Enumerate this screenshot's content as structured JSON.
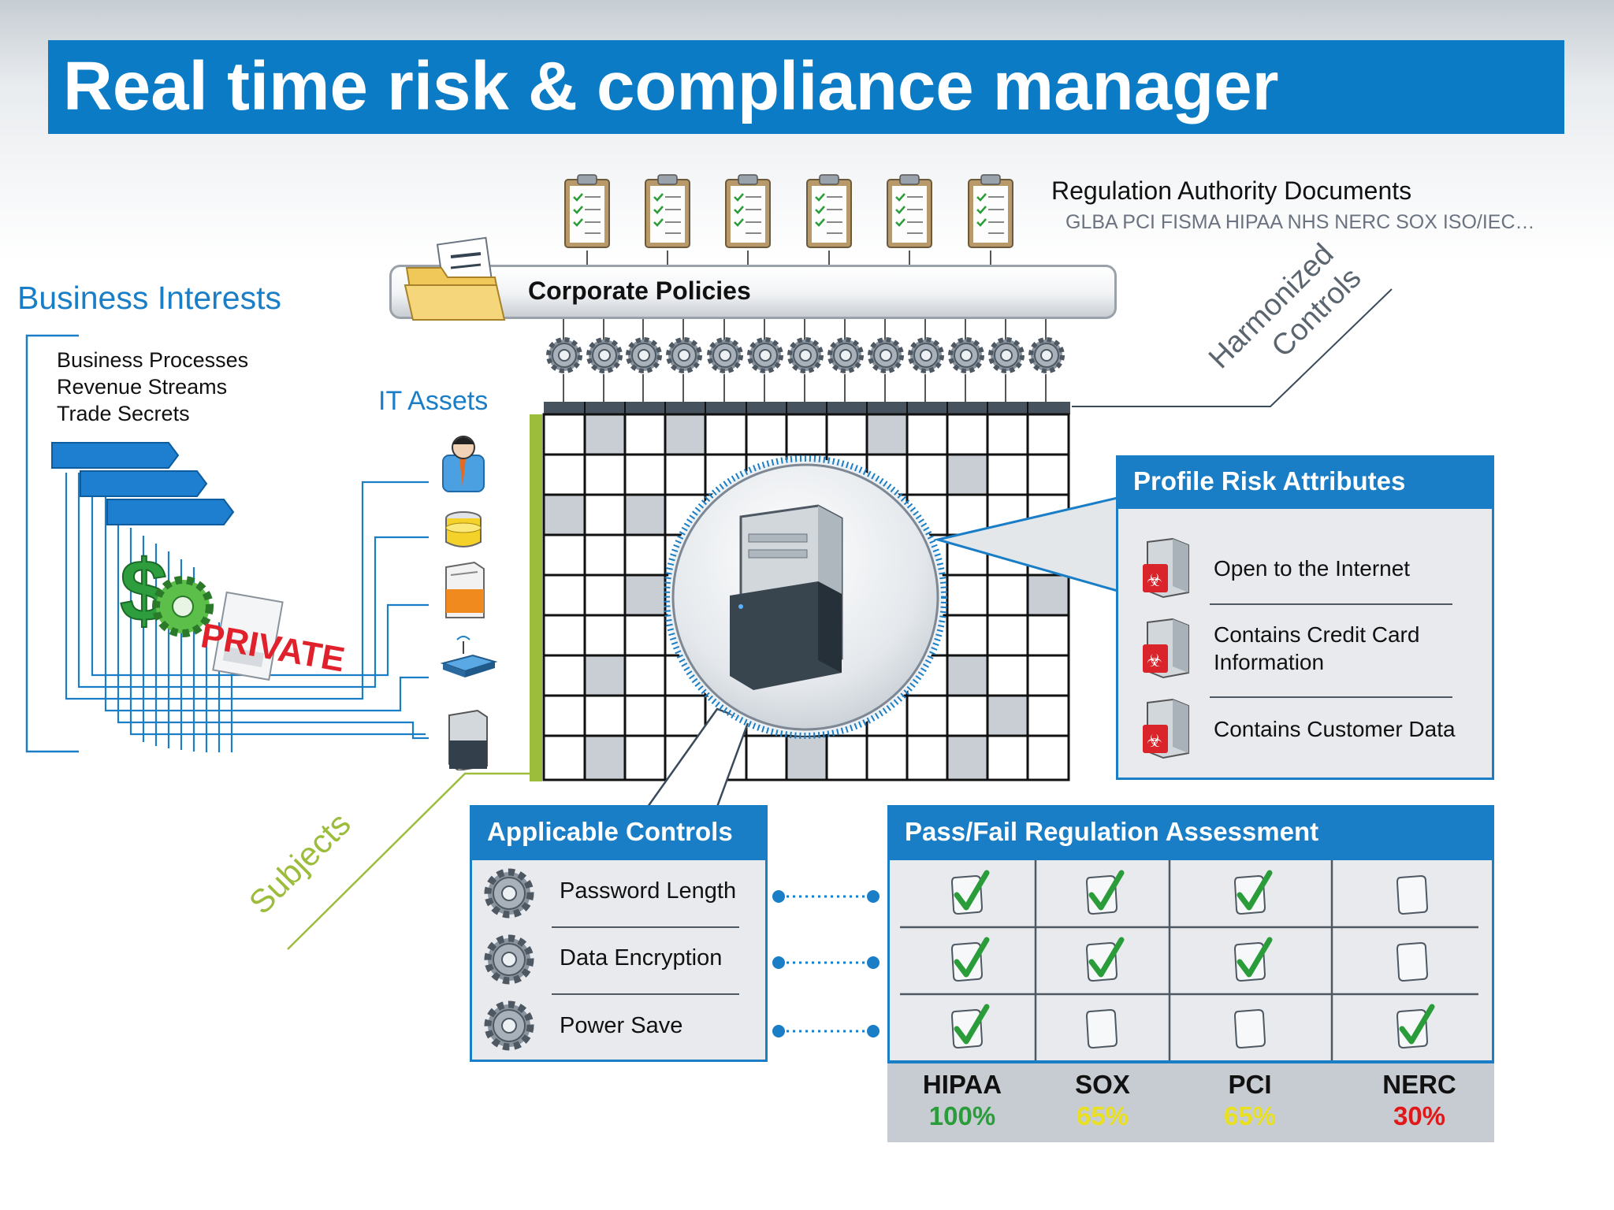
{
  "title": "Real time risk & compliance manager",
  "regulation_docs": {
    "heading": "Regulation Authority Documents",
    "list": "GLBA  PCI  FISMA  HIPAA  NHS  NERC  SOX  ISO/IEC…"
  },
  "harmonized_controls": [
    "Harmonized",
    "Controls"
  ],
  "corporate_policies": "Corporate Policies",
  "business_interests": {
    "heading": "Business Interests",
    "items": [
      "Business Processes",
      "Revenue Streams",
      "Trade Secrets"
    ],
    "private_stamp": "PRIVATE"
  },
  "it_assets": "IT Assets",
  "subjects": "Subjects",
  "profile_risk": {
    "heading": "Profile Risk Attributes",
    "items": [
      {
        "label": "Open to the Internet"
      },
      {
        "label": "Contains Credit Card\nInformation"
      },
      {
        "label": "Contains Customer Data"
      }
    ]
  },
  "applicable_controls": {
    "heading": "Applicable Controls",
    "items": [
      {
        "label": "Password Length"
      },
      {
        "label": "Data Encryption"
      },
      {
        "label": "Power Save"
      }
    ]
  },
  "assessment": {
    "heading": "Pass/Fail Regulation Assessment",
    "regulations": [
      {
        "name": "HIPAA",
        "score": "100%",
        "color": "#2a9d3a"
      },
      {
        "name": "SOX",
        "score": "65%",
        "color": "#e8e020"
      },
      {
        "name": "PCI",
        "score": "65%",
        "color": "#e8e020"
      },
      {
        "name": "NERC",
        "score": "30%",
        "color": "#e01818"
      }
    ],
    "checks": [
      [
        true,
        true,
        true,
        false
      ],
      [
        true,
        true,
        true,
        false
      ],
      [
        true,
        false,
        false,
        true
      ]
    ]
  },
  "colors": {
    "brand": "#0a7bc4",
    "accent": "#1a7ec7",
    "subjects_green": "#9cbc3c",
    "pass": "#2a9d3a"
  }
}
